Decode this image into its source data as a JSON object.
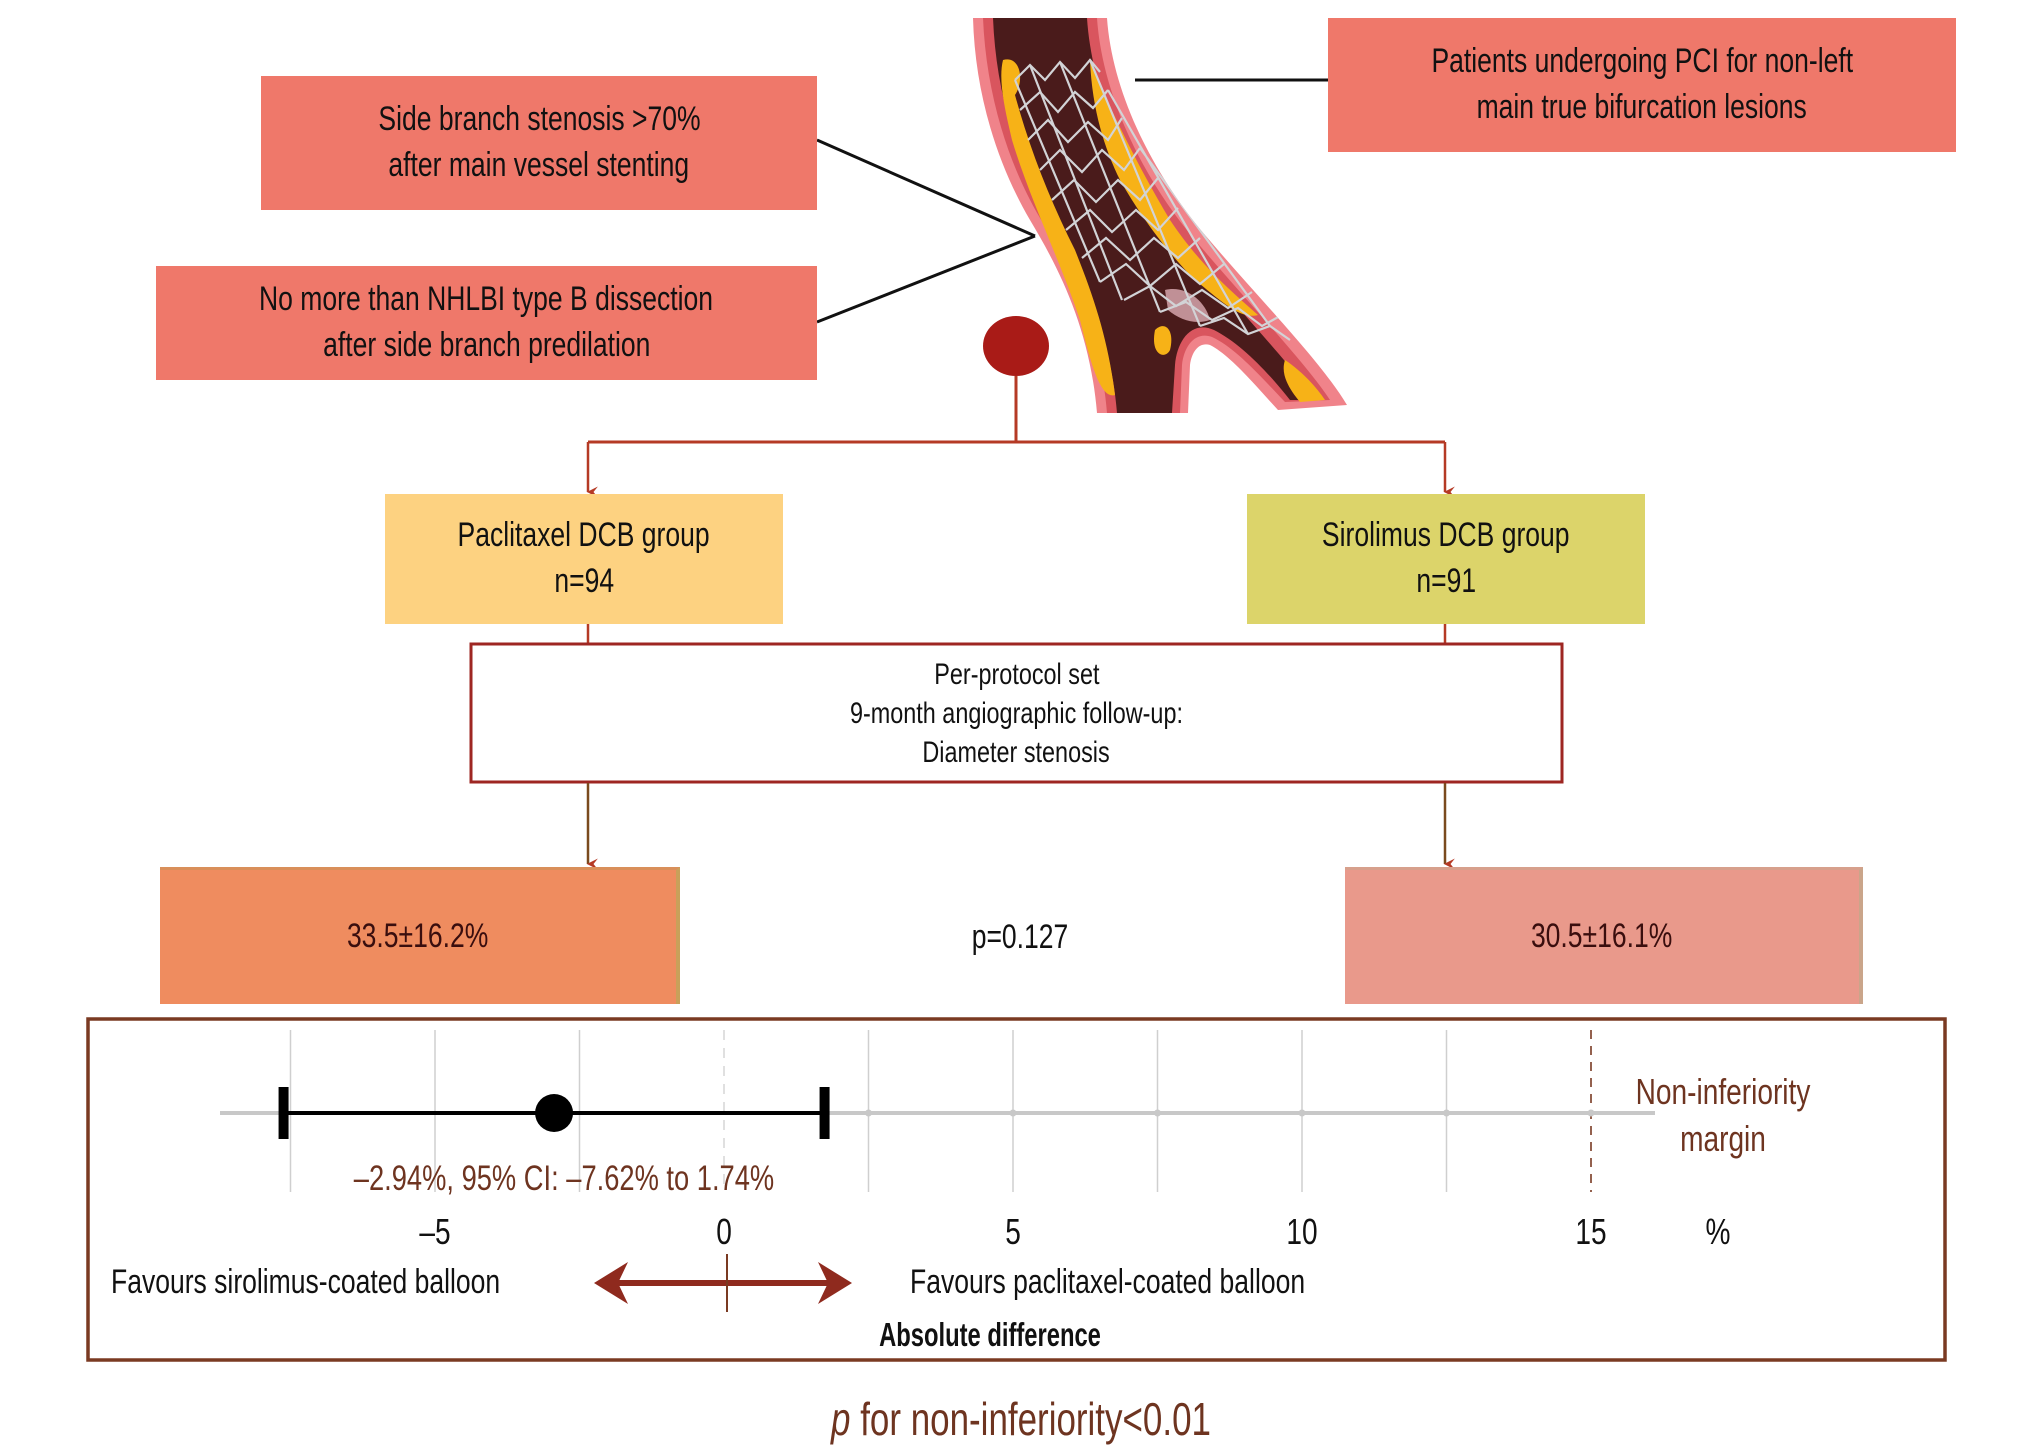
{
  "inclusion": {
    "criterion_1": {
      "line1": "Side branch stenosis >70%",
      "line2": "after main vessel stenting"
    },
    "criterion_2": {
      "line1": "No more than NHLBI type B dissection",
      "line2": "after side branch predilation"
    },
    "population": {
      "line1": "Patients undergoing PCI for non-left",
      "line2": "main true bifurcation lesions"
    }
  },
  "randomisation": {
    "icon": "randomisation-node"
  },
  "groups": [
    {
      "name": "Paclitaxel DCB group",
      "n": "n=94",
      "color": "#fdd281"
    },
    {
      "name": "Sirolimus DCB group",
      "n": "n=91",
      "color": "#dcd46a"
    }
  ],
  "endpoint": {
    "line1": "Per-protocol set",
    "line2": "9-month angiographic follow-up:",
    "line3": "Diameter stenosis"
  },
  "results": {
    "paclitaxel": {
      "value": "33.5±16.2%",
      "color": "#ef8c5f"
    },
    "p_value": "p=0.127",
    "sirolimus": {
      "value": "30.5±16.1%",
      "color": "#e9998b"
    }
  },
  "chart_data": {
    "type": "forest",
    "title": "",
    "xlabel": "Absolute difference",
    "unit_label": "%",
    "x_ticks": [
      -5,
      0,
      5,
      10,
      15
    ],
    "x_tick_labels": [
      "–5",
      "0",
      "5",
      "10",
      "15"
    ],
    "gridlines": [
      -7.5,
      -5,
      -2.5,
      0,
      2.5,
      5,
      7.5,
      10,
      12.5
    ],
    "xlim": [
      -8.75,
      16.5
    ],
    "estimate": -2.94,
    "ci_lower": -7.62,
    "ci_upper": 1.74,
    "estimate_label": "–2.94%, 95% CI: –7.62% to 1.74%",
    "non_inferiority_margin": 15,
    "margin_label_line1": "Non-inferiority",
    "margin_label_line2": "margin",
    "favours_left": "Favours sirolimus-coated balloon",
    "favours_right": "Favours paclitaxel-coated balloon"
  },
  "footer": {
    "p_italic": "p",
    "p_rest": " for non-inferiority<0.01"
  },
  "colors": {
    "salmon": "#ef786a",
    "flow_line": "#b53a25",
    "frame": "#7a3a22",
    "accent_text": "#6e3420",
    "random_node": "#a91b17"
  }
}
